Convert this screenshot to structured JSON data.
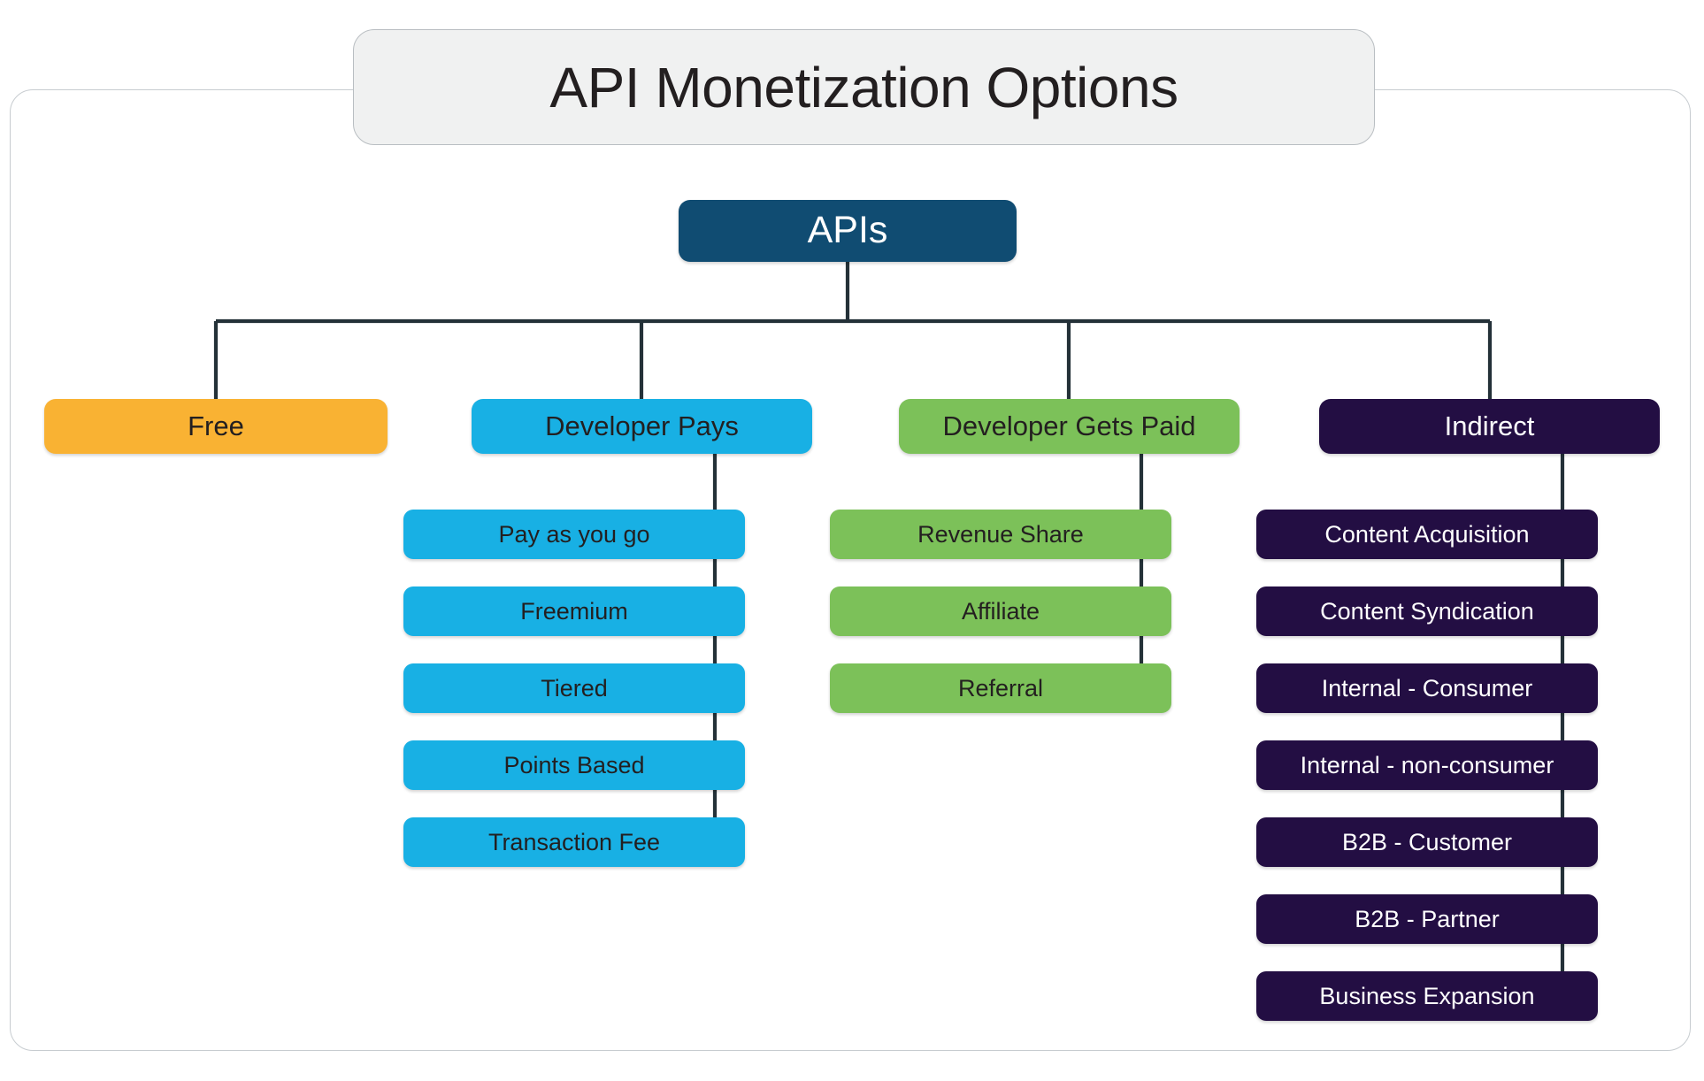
{
  "title": {
    "text": "API Monetization Options"
  },
  "colors": {
    "root": "#104C72",
    "free": "#F9B233",
    "developer_pays": "#18B0E4",
    "developer_gets_paid": "#7CC159",
    "indirect": "#230E43",
    "connector": "#243138",
    "frame_border": "#c7ccd0",
    "title_background": "#f0f1f1",
    "title_text": "#231f20",
    "page_background": "#ffffff"
  },
  "chart_data": {
    "type": "diagram",
    "diagram_type": "tree",
    "title": "API Monetization Options",
    "orientation": "top-down",
    "levels": 3,
    "root": {
      "label": "APIs",
      "color": "#104C72",
      "text_color": "#ffffff"
    },
    "branches": [
      {
        "label": "Free",
        "color": "#F9B233",
        "text_color": "#231f20",
        "children": []
      },
      {
        "label": "Developer Pays",
        "color": "#18B0E4",
        "text_color": "#231f20",
        "children": [
          "Pay as you go",
          "Freemium",
          "Tiered",
          "Points Based",
          "Transaction Fee"
        ]
      },
      {
        "label": "Developer Gets Paid",
        "color": "#7CC159",
        "text_color": "#231f20",
        "children": [
          "Revenue Share",
          "Affiliate",
          "Referral"
        ]
      },
      {
        "label": "Indirect",
        "color": "#230E43",
        "text_color": "#ffffff",
        "children": [
          "Content Acquisition",
          "Content Syndication",
          "Internal - Consumer",
          "Internal - non-consumer",
          "B2B - Customer",
          "B2B - Partner",
          "Business Expansion"
        ]
      }
    ]
  },
  "nodes": {
    "root": "APIs",
    "level2": {
      "free": "Free",
      "developer_pays": "Developer Pays",
      "developer_gets_paid": "Developer Gets Paid",
      "indirect": "Indirect"
    },
    "developer_pays_children": [
      "Pay as you go",
      "Freemium",
      "Tiered",
      "Points Based",
      "Transaction Fee"
    ],
    "developer_gets_paid_children": [
      "Revenue Share",
      "Affiliate",
      "Referral"
    ],
    "indirect_children": [
      "Content Acquisition",
      "Content Syndication",
      "Internal - Consumer",
      "Internal - non-consumer",
      "B2B - Customer",
      "B2B - Partner",
      "Business Expansion"
    ]
  }
}
